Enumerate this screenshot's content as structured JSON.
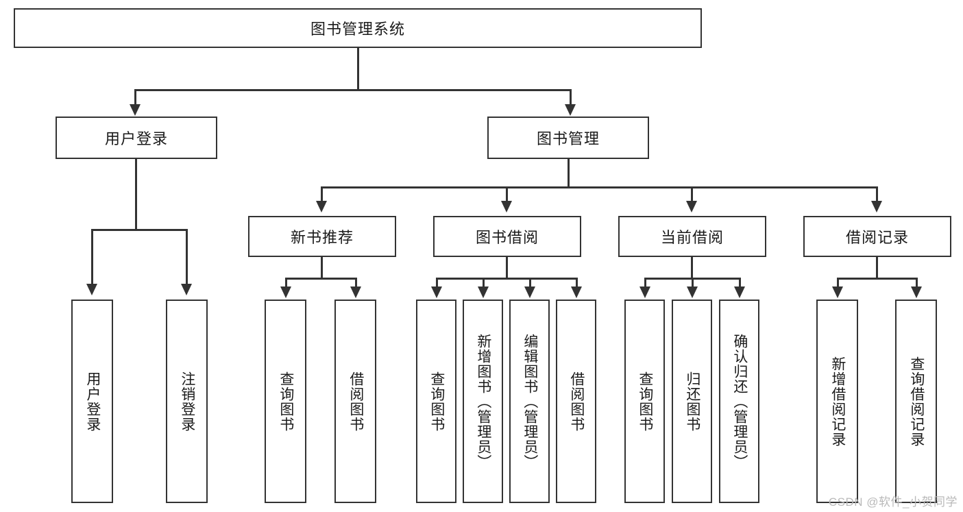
{
  "diagram": {
    "type": "tree-hierarchy",
    "title": "图书管理系统",
    "root": {
      "label": "图书管理系统",
      "name": "root-node"
    },
    "level2": [
      {
        "label": "用户登录",
        "name": "node-user-login"
      },
      {
        "label": "图书管理",
        "name": "node-book-management"
      }
    ],
    "level3": [
      {
        "label": "新书推荐",
        "name": "node-new-book-recommend"
      },
      {
        "label": "图书借阅",
        "name": "node-book-borrow"
      },
      {
        "label": "当前借阅",
        "name": "node-current-borrow"
      },
      {
        "label": "借阅记录",
        "name": "node-borrow-record"
      }
    ],
    "leaves": {
      "user_login": [
        {
          "label": "用户登录",
          "name": "leaf-user-login"
        },
        {
          "label": "注销登录",
          "name": "leaf-logout"
        }
      ],
      "new_book_recommend": [
        {
          "label": "查询图书",
          "name": "leaf-query-book-1"
        },
        {
          "label": "借阅图书",
          "name": "leaf-borrow-book-1"
        }
      ],
      "book_borrow": [
        {
          "label": "查询图书",
          "name": "leaf-query-book-2"
        },
        {
          "label": "新增图书（管理员）",
          "name": "leaf-add-book-admin"
        },
        {
          "label": "编辑图书（管理员）",
          "name": "leaf-edit-book-admin"
        },
        {
          "label": "借阅图书",
          "name": "leaf-borrow-book-2"
        }
      ],
      "current_borrow": [
        {
          "label": "查询图书",
          "name": "leaf-query-book-3"
        },
        {
          "label": "归还图书",
          "name": "leaf-return-book"
        },
        {
          "label": "确认归还（管理员）",
          "name": "leaf-confirm-return-admin"
        }
      ],
      "borrow_record": [
        {
          "label": "新增借阅记录",
          "name": "leaf-add-borrow-record"
        },
        {
          "label": "查询借阅记录",
          "name": "leaf-query-borrow-record"
        }
      ]
    },
    "watermark": "CSDN @软件_小贺同学",
    "colors": {
      "border": "#333333",
      "background": "#ffffff",
      "text": "#1a1a1a",
      "watermark": "#b9b9b9"
    }
  }
}
